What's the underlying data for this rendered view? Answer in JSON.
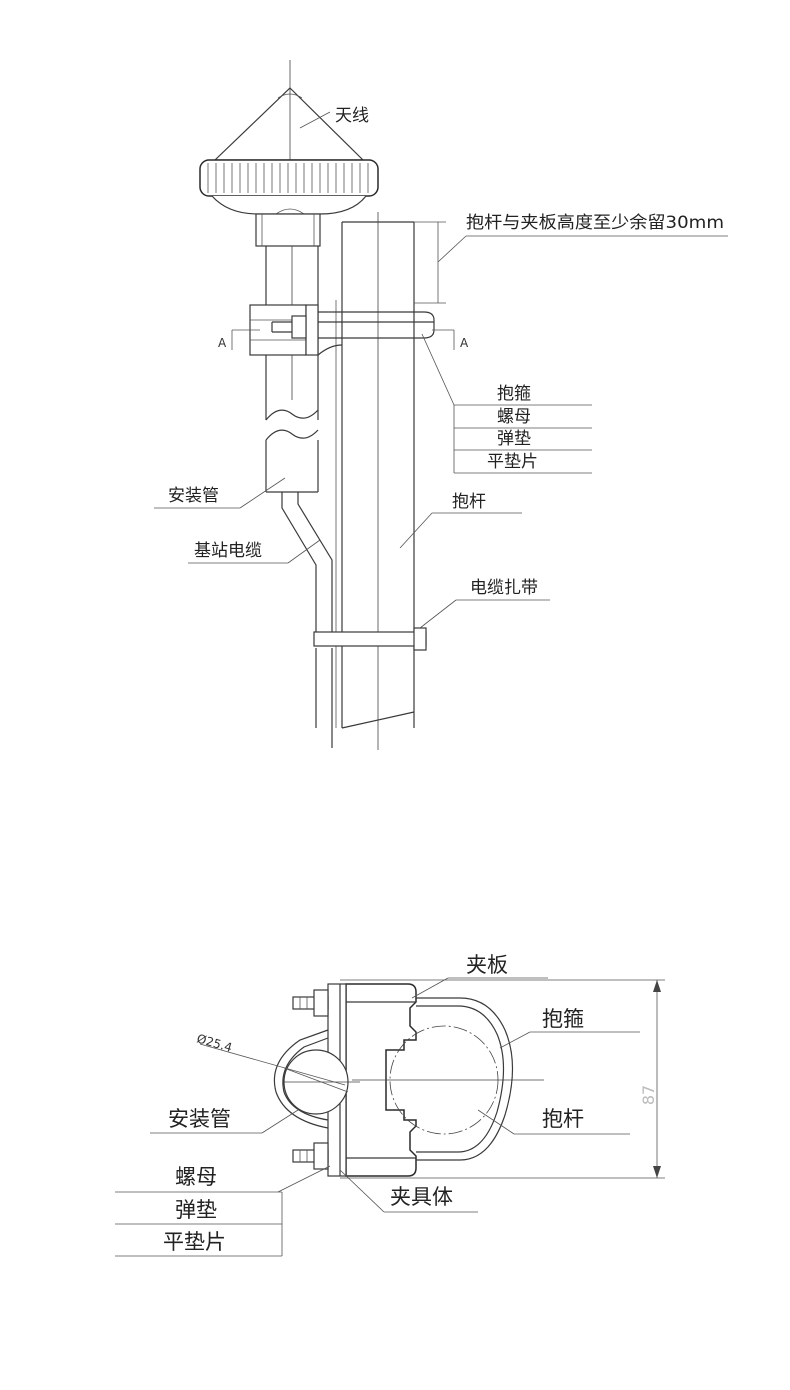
{
  "top_view": {
    "antenna": "天线",
    "clearance_note": "抱杆与夹板高度至少余留30mm",
    "u_bolt": "抱箍",
    "nut": "螺母",
    "spring_washer": "弹垫",
    "flat_washer": "平垫片",
    "pole": "抱杆",
    "mount_tube": "安装管",
    "bts_cable": "基站电缆",
    "cable_tie": "电缆扎带",
    "section_mark": "A"
  },
  "section_view": {
    "clamp_plate": "夹板",
    "u_bolt": "抱箍",
    "diameter": "Ø25.4",
    "mount_tube": "安装管",
    "pole": "抱杆",
    "nut": "螺母",
    "spring_washer": "弹垫",
    "flat_washer": "平垫片",
    "clamp_body": "夹具体",
    "height_dim": "87"
  }
}
